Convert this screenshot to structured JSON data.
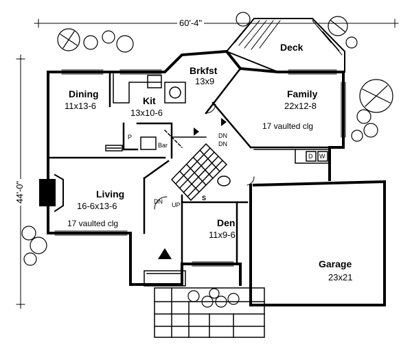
{
  "plan": {
    "overall_width": "60'-4\"",
    "overall_depth": "44'-0\"",
    "rooms": {
      "deck": {
        "name": "Deck"
      },
      "brkfst": {
        "name": "Brkfst",
        "size": "13x9"
      },
      "dining": {
        "name": "Dining",
        "size": "11x13-6"
      },
      "kit": {
        "name": "Kit",
        "size": "13x10-6"
      },
      "family": {
        "name": "Family",
        "size": "22x12-8",
        "note": "17 vaulted clg"
      },
      "living": {
        "name": "Living",
        "size": "16-6x13-6",
        "note": "17 vaulted clg"
      },
      "den": {
        "name": "Den",
        "size": "11x9-6"
      },
      "garage": {
        "name": "Garage",
        "size": "23x21"
      }
    },
    "labels": {
      "dn_top": "DN",
      "dn_bottom": "DN",
      "up": "UP",
      "dn_landing": "DN",
      "bar": "Bar",
      "pantry": "P",
      "stair_s": "S",
      "dryer": "D",
      "washer": "W"
    }
  }
}
